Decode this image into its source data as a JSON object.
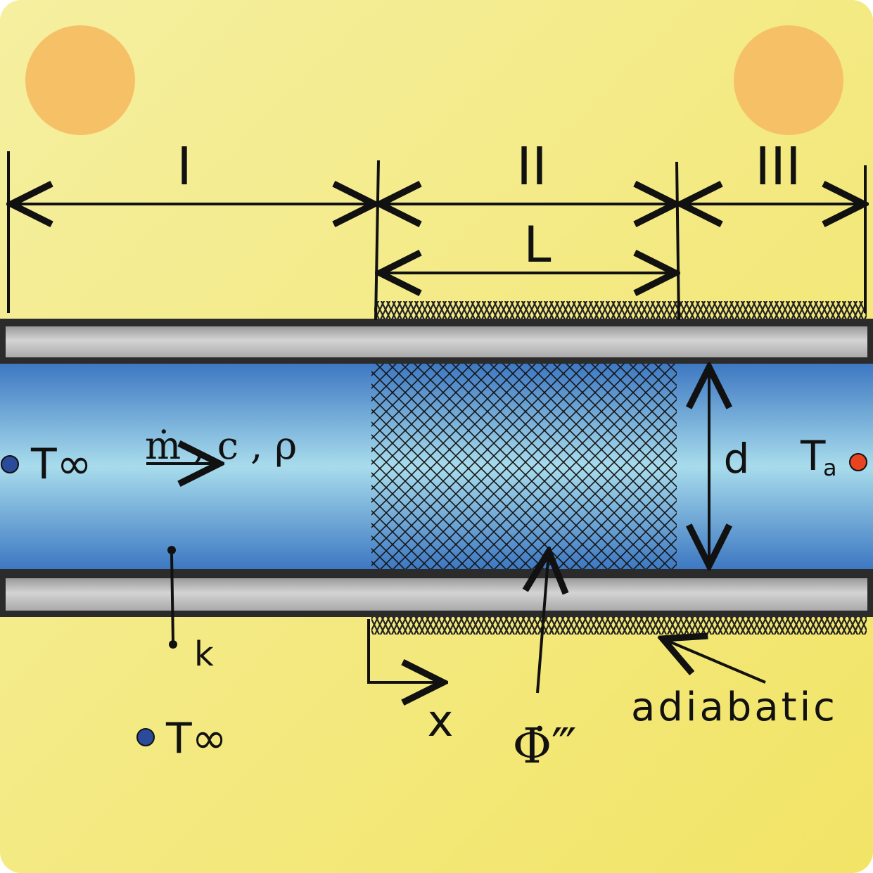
{
  "colors": {
    "background_light": "#f5efa0",
    "background_dark": "#f2e466",
    "corner_dot": "#f6c067",
    "pipe_wall": "#c8c8c8",
    "fluid_edge": "#3d78c2",
    "fluid_center": "#a8dcec",
    "ink": "#111111",
    "ambient_point": "#2c4a9a",
    "outlet_point": "#e8441f"
  },
  "icons": {
    "corner_left": "orange-dot",
    "corner_right": "orange-dot",
    "ambient_point": "blue-dot",
    "outlet_point": "red-dot",
    "heated_section": "crosshatch-mesh",
    "insulation": "hatched-insulation"
  },
  "regions": {
    "region_1": "I",
    "region_2": "II",
    "region_3": "III"
  },
  "labels": {
    "length": "L",
    "diameter": "d",
    "flow_props": "ṁ , c , ρ",
    "conductivity": "k",
    "axis": "x",
    "heat_gen": "Φ̇‴",
    "adiabatic": "adiabatic"
  },
  "temperatures": {
    "inlet_symbol": "T∞",
    "ambient_symbol": "T∞",
    "outlet_main": "T",
    "outlet_sub": "a"
  }
}
